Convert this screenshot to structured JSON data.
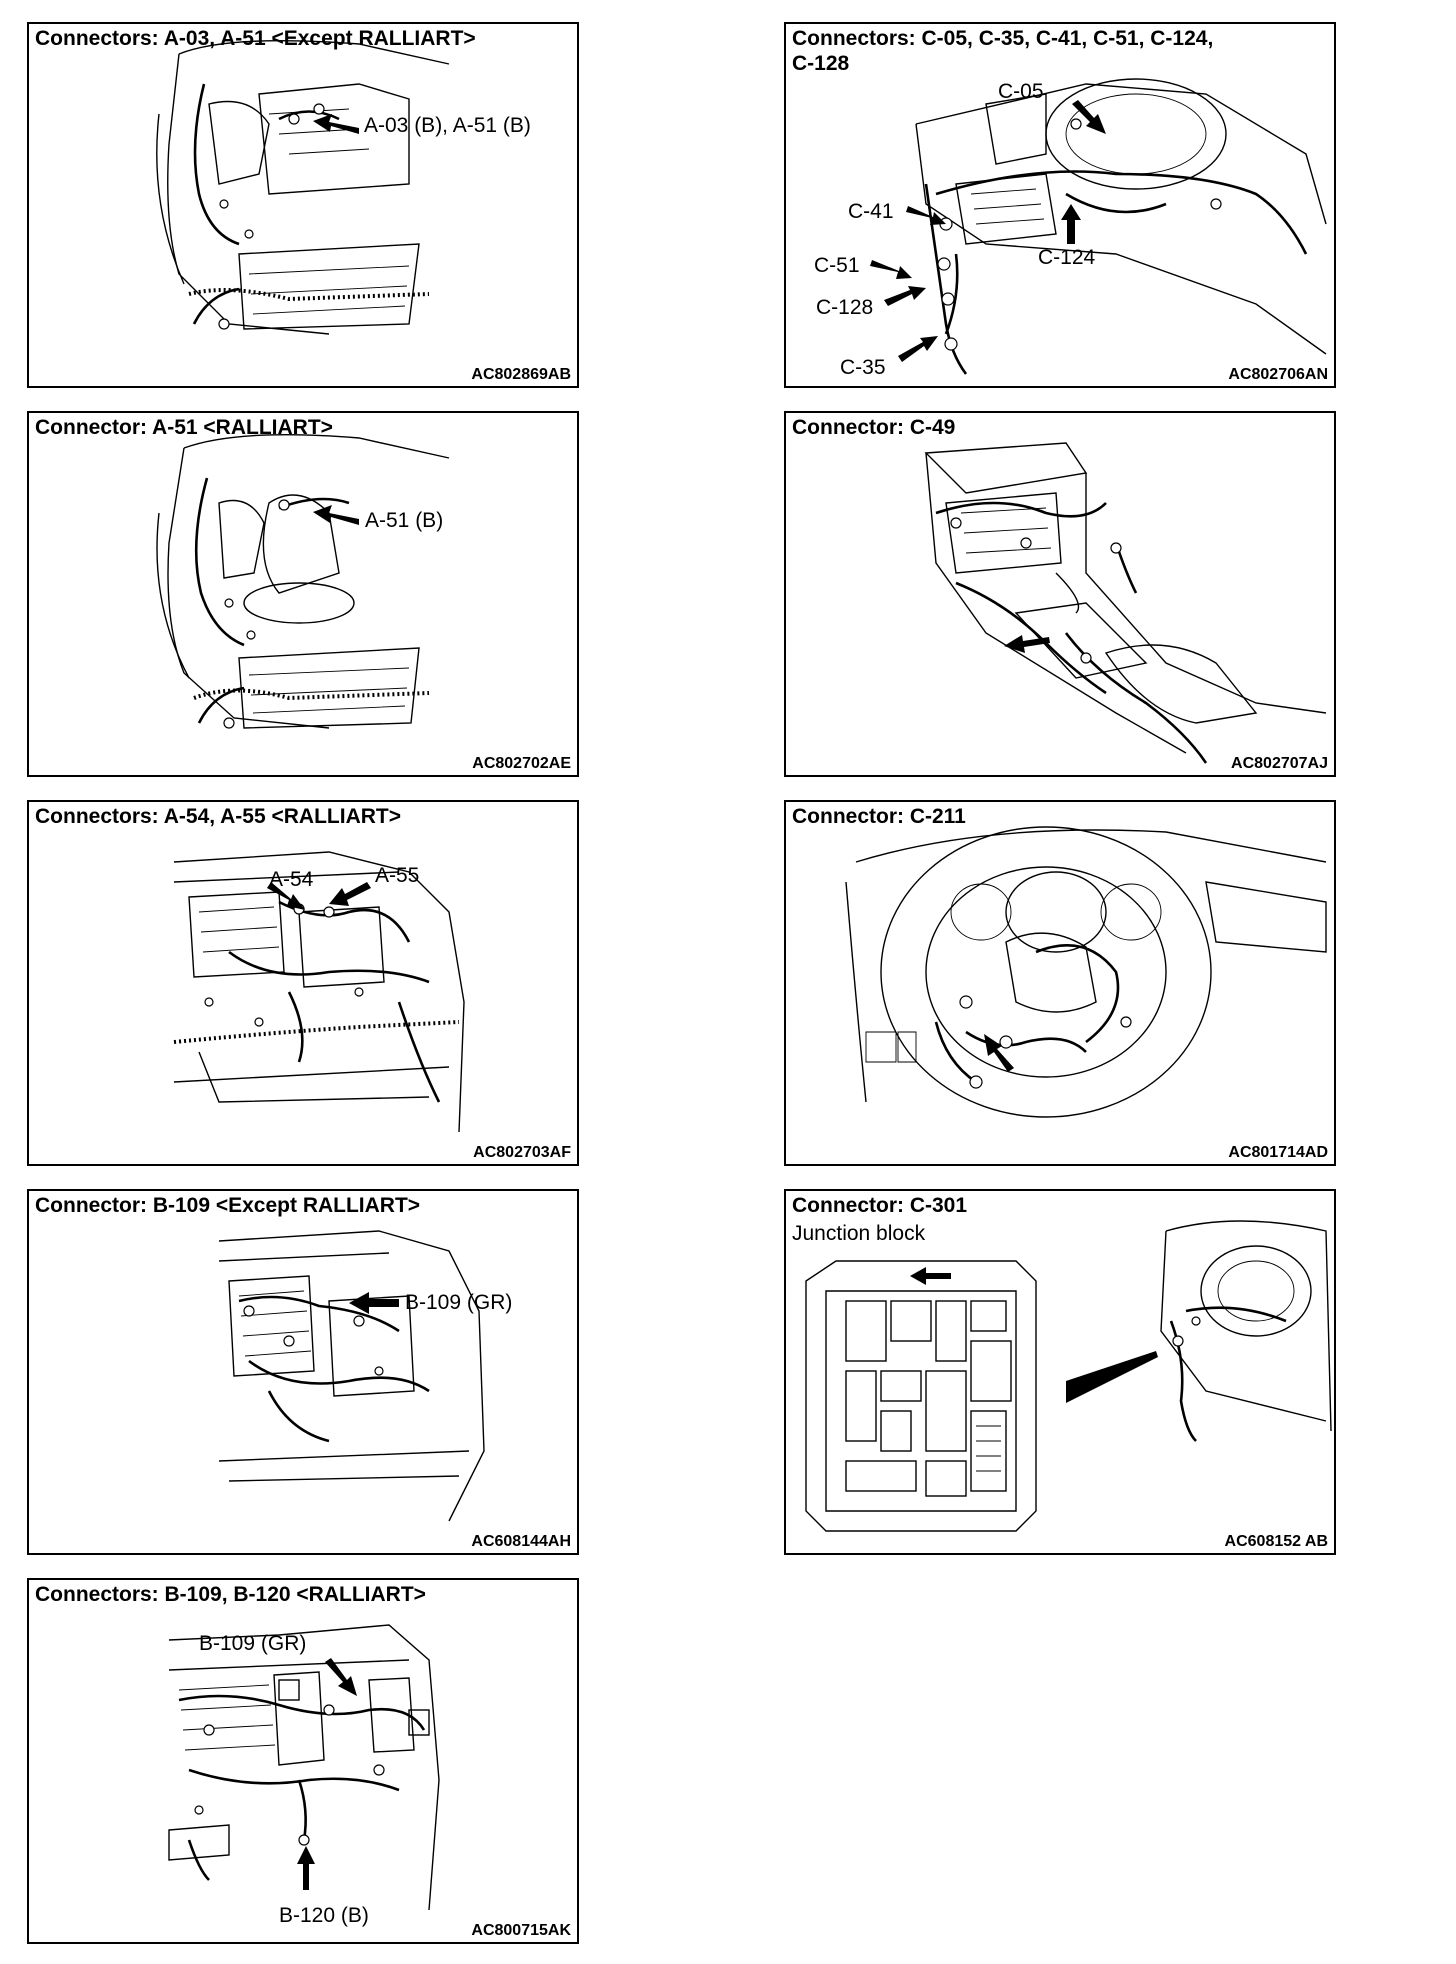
{
  "panels": [
    {
      "title": "Connectors: A-03, A-51 <Except RALLIART>",
      "code": "AC802869AB",
      "callouts": [
        "A-03 (B), A-51 (B)"
      ]
    },
    {
      "title": "Connectors: C-05, C-35, C-41, C-51, C-124,\nC-128",
      "code": "AC802706AN",
      "callouts": [
        "C-05",
        "C-41",
        "C-124",
        "C-51",
        "C-128",
        "C-35"
      ]
    },
    {
      "title": "Connector: A-51 <RALLIART>",
      "code": "AC802702AE",
      "callouts": [
        "A-51 (B)"
      ]
    },
    {
      "title": "Connector: C-49",
      "code": "AC802707AJ",
      "callouts": []
    },
    {
      "title": "Connectors: A-54, A-55 <RALLIART>",
      "code": "AC802703AF",
      "callouts": [
        "A-54",
        "A-55"
      ]
    },
    {
      "title": "Connector: C-211",
      "code": "AC801714AD",
      "callouts": []
    },
    {
      "title": "Connector: B-109 <Except RALLIART>",
      "code": "AC608144AH",
      "callouts": [
        "B-109 (GR)"
      ]
    },
    {
      "title": "Connector: C-301",
      "subtitle": "Junction block",
      "code": "AC608152 AB",
      "callouts": []
    },
    {
      "title": "Connectors: B-109, B-120 <RALLIART>",
      "code": "AC800715AK",
      "callouts": [
        "B-109 (GR)",
        "B-120 (B)"
      ]
    }
  ]
}
